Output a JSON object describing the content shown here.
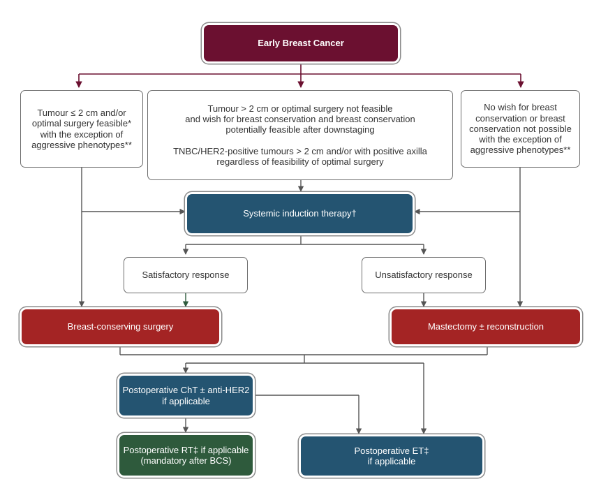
{
  "nodes": {
    "root": "Early Breast Cancer",
    "left_criteria": "Tumour ≤ 2 cm and/or\noptimal surgery feasible*\nwith the exception of\naggressive phenotypes**",
    "center_criteria": "Tumour > 2 cm or optimal surgery not feasible\nand wish for breast conservation and breast conservation\npotentially feasible after downstaging\n\nTNBC/HER2-positive tumours > 2 cm and/or with positive axilla\nregardless of feasibility of optimal surgery",
    "right_criteria": "No wish for breast\nconservation or breast\nconservation not possible\nwith the exception of\naggressive phenotypes**",
    "systemic_therapy": "Systemic induction therapy†",
    "satisfactory": "Satisfactory response",
    "unsatisfactory": "Unsatisfactory response",
    "bcs": "Breast-conserving surgery",
    "mastectomy": "Mastectomy ± reconstruction",
    "postop_cht": "Postoperative ChT ± anti-HER2\nif applicable",
    "postop_rt": "Postoperative RT‡ if applicable\n(mandatory after BCS)",
    "postop_et": "Postoperative ET‡\nif applicable"
  },
  "colors": {
    "maroon": "#6b1030",
    "blue": "#245471",
    "red": "#a42424",
    "green": "#2e5a3c",
    "connector": "#555555",
    "maroon_connector": "#6b1030",
    "green_connector": "#2e5a3c"
  }
}
